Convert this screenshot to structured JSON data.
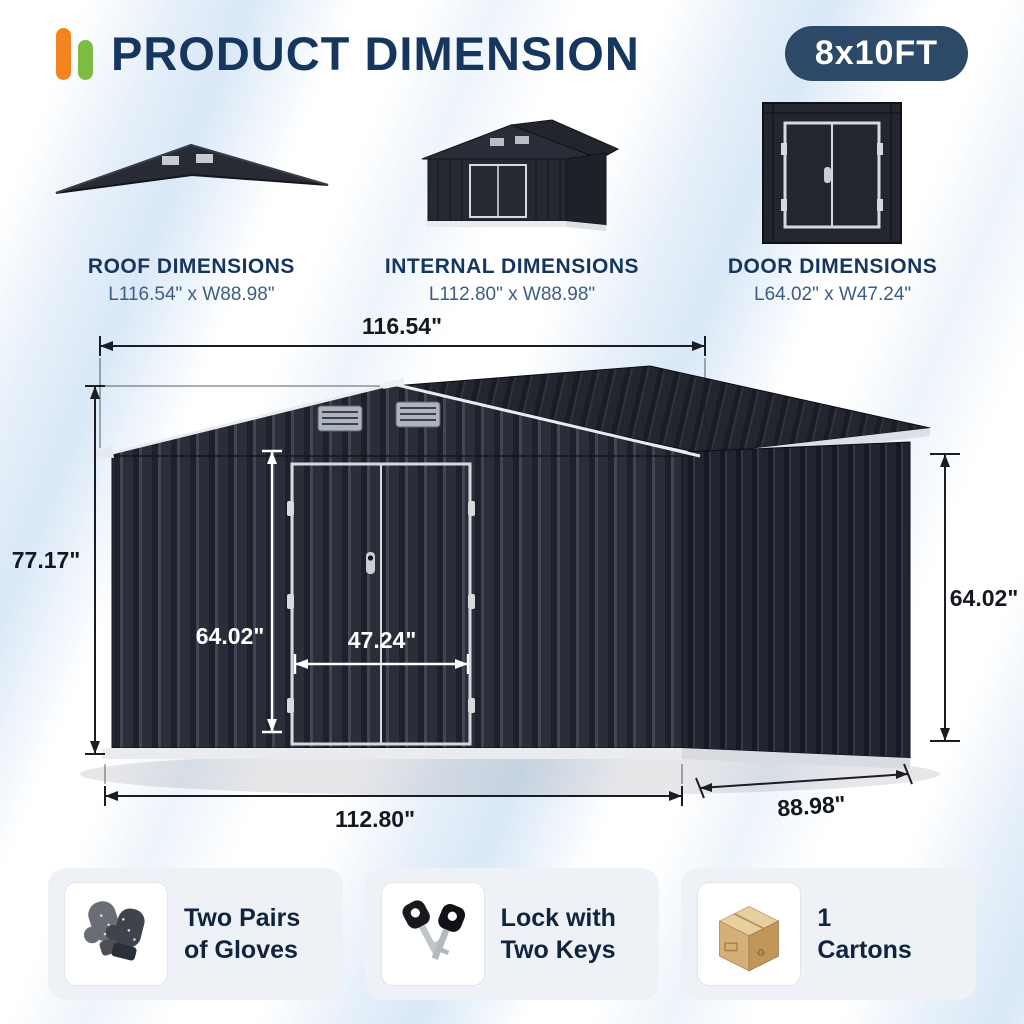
{
  "header": {
    "title": "PRODUCT DIMENSION",
    "badge": "8x10FT"
  },
  "thumbnails": [
    {
      "label": "ROOF DIMENSIONS",
      "dims": "L116.54\" x W88.98\""
    },
    {
      "label": "INTERNAL DIMENSIONS",
      "dims": "L112.80\" x W88.98\""
    },
    {
      "label": "DOOR DIMENSIONS",
      "dims": "L64.02\" x W47.24\""
    }
  ],
  "dimensions": {
    "roof_length": "116.54\"",
    "overall_height": "77.17\"",
    "door_height": "64.02\"",
    "door_width": "47.24\"",
    "wall_height": "64.02\"",
    "base_length": "112.80\"",
    "base_depth": "88.98\""
  },
  "features": [
    {
      "line1": "Two Pairs",
      "line2": "of Gloves"
    },
    {
      "line1": "Lock with",
      "line2": "Two Keys"
    },
    {
      "line1": "1",
      "line2": "Cartons"
    }
  ],
  "colors": {
    "accent_orange": "#F5831F",
    "accent_green": "#7DBB42",
    "navy": "#16365E",
    "badge_bg": "#2C4A68",
    "shed_body": "#2B2E38"
  }
}
